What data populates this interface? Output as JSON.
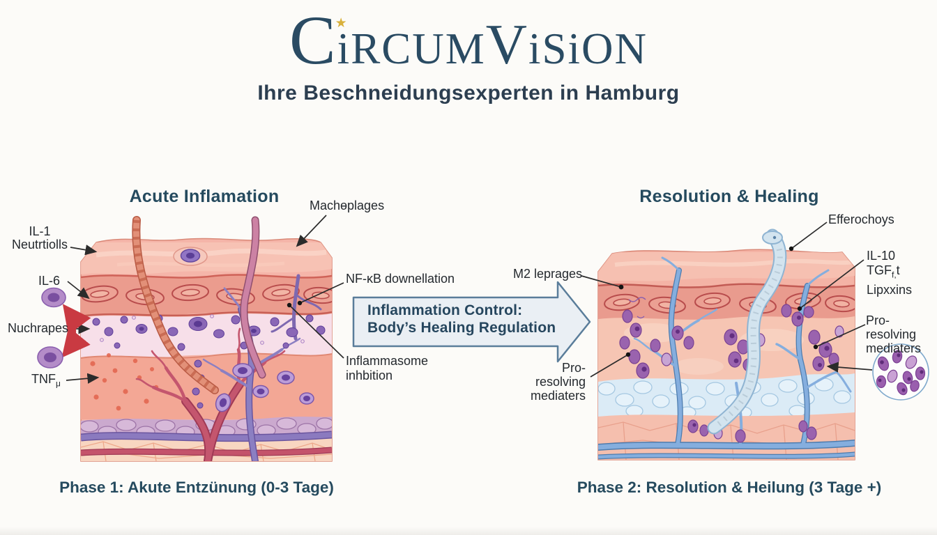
{
  "header": {
    "logo": {
      "seg_c": "C",
      "seg_i1": "i",
      "seg_mid": "RCUM",
      "seg_v": "V",
      "seg_end": "iSiON"
    },
    "subtitle": "Ihre Beschneidungsexperten in Hamburg"
  },
  "icons": {
    "star": "★"
  },
  "panels": {
    "left": {
      "title": "Acute Inflamation",
      "labels": {
        "il1_line1": "IL-1",
        "il1_line2": "Neutrtiolls",
        "machoplages": "Machɵplages",
        "il6": "IL-6",
        "nuchrapes": "Nuchrapes",
        "tnf_base": "TNF",
        "tnf_sub": "μ",
        "nfkb": "NF-κB downellation",
        "inflammasome_line1": "Inflammasome",
        "inflammasome_line2": "inhbition"
      },
      "caption": "Phase 1: Akute Entzünung (0-3 Tage)"
    },
    "center": {
      "arrow_line1": "Inflammation Control:",
      "arrow_line2": "Body’s Healing Regulation"
    },
    "right": {
      "title": "Resolution & Healing",
      "labels": {
        "m2": "M2 leprages",
        "efferochoys": "Efferochoys",
        "il10": "IL-10",
        "tgf_base": "TGF",
        "tgf_sub": "f,",
        "tgf_tail": "t",
        "lipxxins": "Lipxxins",
        "pro_resolving_left_line1": "Pro-resolving",
        "pro_resolving_left_line2": "mediaters",
        "pro_resolving_right_line1": "Pro-resolving",
        "pro_resolving_right_line2": "mediaters"
      },
      "caption": "Phase 2: Resolution & Heilung (3 Tage +)"
    }
  },
  "colors": {
    "brand_navy": "#2a4b63",
    "star_gold": "#d9b13c",
    "title_teal": "#254a5e",
    "label_dark": "#24292e",
    "arrow_fill": "#eaeff4",
    "arrow_border": "#5a7d9a",
    "red_arrow": "#c93a42"
  }
}
